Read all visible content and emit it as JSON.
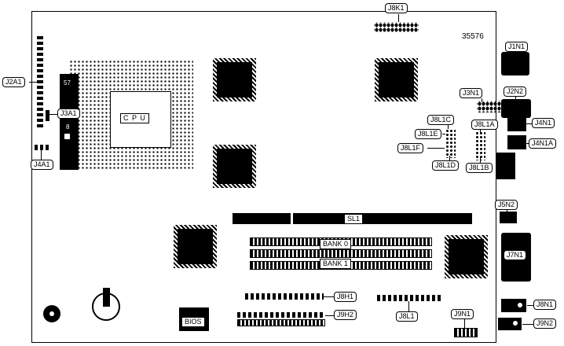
{
  "colors": {
    "ink": "#000000",
    "paper": "#ffffff"
  },
  "board": {
    "part_number": "35576",
    "cpu_label": "C P U",
    "socket_mark_top": "57",
    "socket_mark_bottom": "8",
    "slot_label": "SL1",
    "bank0_label": "BANK 0",
    "bank1_label": "BANK 1",
    "bios_label": "BIOS"
  },
  "callouts": {
    "j8k1": "J8K1",
    "j2a1": "J2A1",
    "j3a1": "J3A1",
    "j4a1": "J4A1",
    "j1n1": "J1N1",
    "j3n1": "J3N1",
    "j2n2": "J2N2",
    "j8l1c": "J8L1C",
    "j8l1e": "J8L1E",
    "j8l1a": "J8L1A",
    "j4n1": "J4N1",
    "j8l1f": "J8L1F",
    "j4n1a": "J4N1A",
    "j8l1d": "J8L1D",
    "j8l1b": "J8L1B",
    "j5n2": "J5N2",
    "j7n1": "J7N1",
    "j8h1": "J8H1",
    "j9h2": "J9H2",
    "j8l1": "J8L1",
    "j9n1": "J9N1",
    "j8n1": "J8N1",
    "j9n2": "J9N2"
  }
}
